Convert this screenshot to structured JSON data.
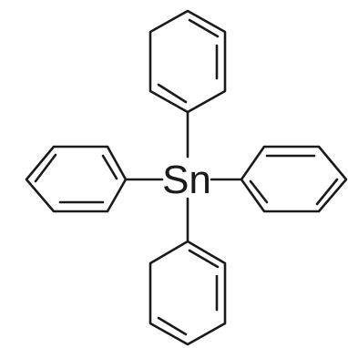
{
  "molecule": {
    "central_atom": "Sn",
    "substituent": "phenyl",
    "substituent_count": 4,
    "line_color": "#1a1a1a",
    "background_color": "#ffffff"
  }
}
